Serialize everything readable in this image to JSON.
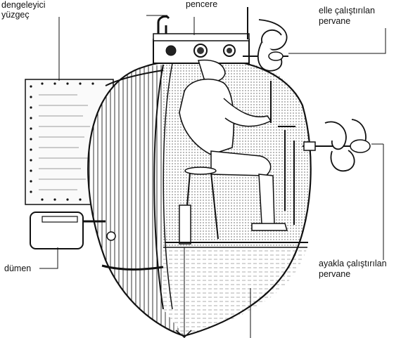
{
  "labels": {
    "stabilizer_fin": [
      "dengeleyici",
      "yüzgeç"
    ],
    "window": "pencere",
    "hand_propeller": [
      "elle çalıştırılan",
      "pervane"
    ],
    "rudder": "dümen",
    "foot_propeller": [
      "ayakla çalıştırılan",
      "pervane"
    ]
  }
}
